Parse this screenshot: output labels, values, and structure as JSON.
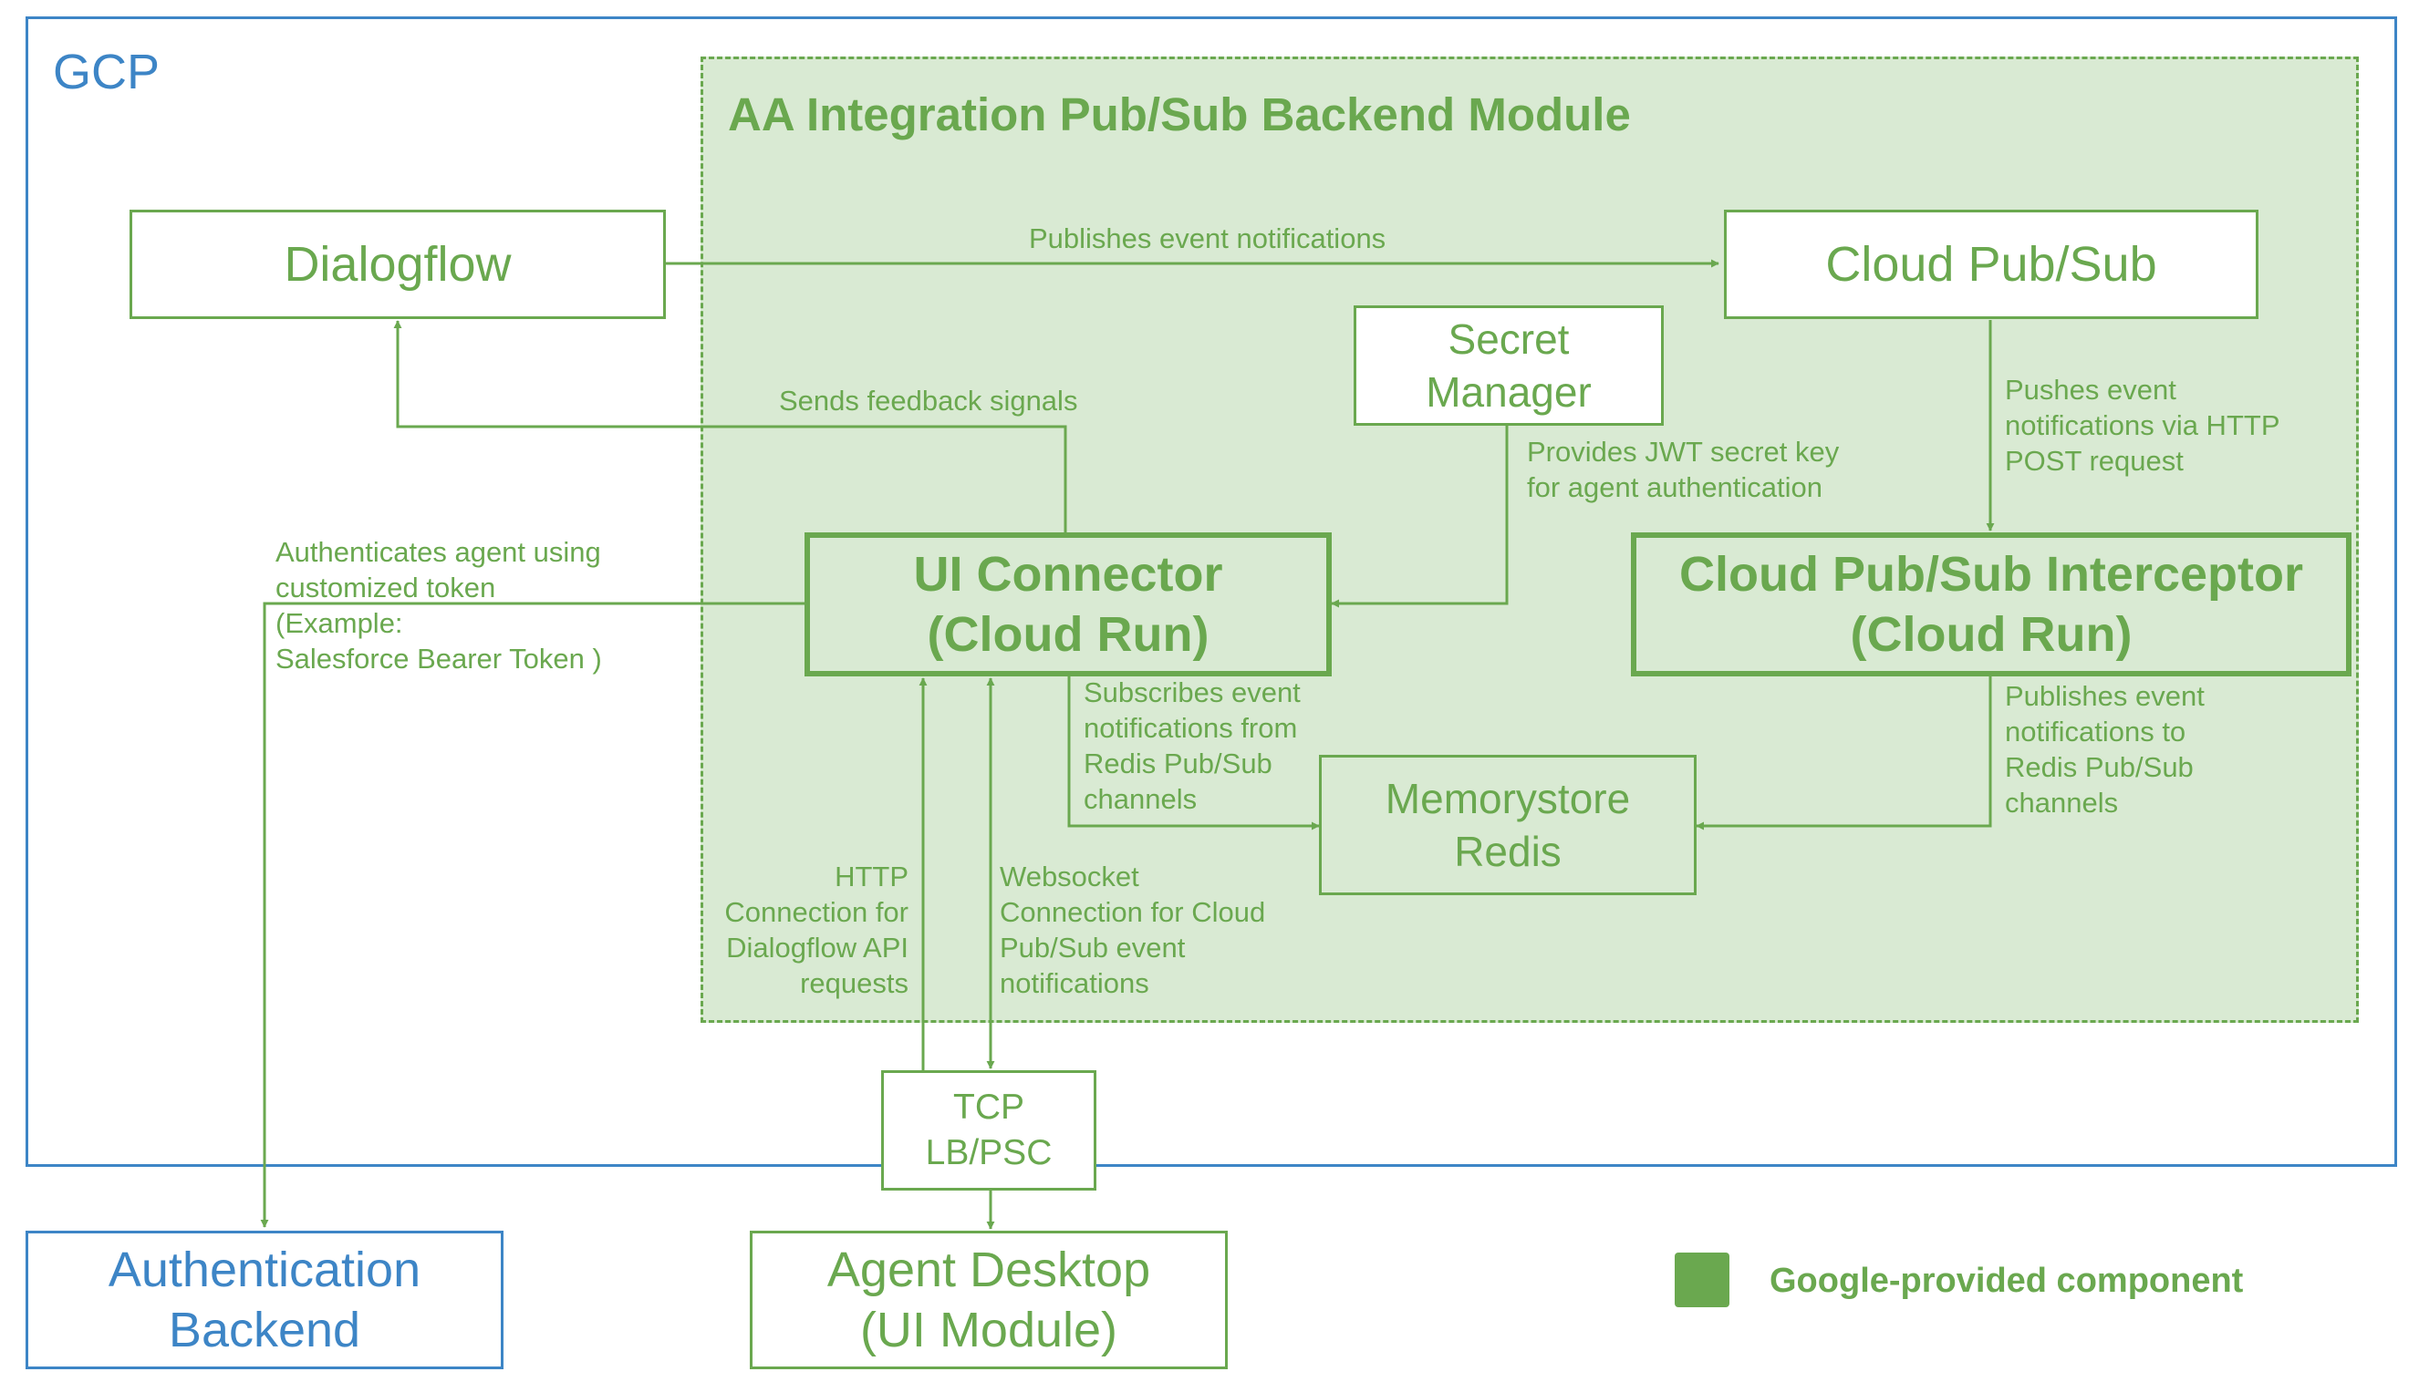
{
  "colors": {
    "gcp_blue": "#3d85c6",
    "google_green": "#6aa84f",
    "module_fill": "#d9ead3"
  },
  "gcp": {
    "label": "GCP"
  },
  "module": {
    "title": "AA Integration Pub/Sub Backend Module"
  },
  "nodes": {
    "dialogflow": {
      "label": "Dialogflow"
    },
    "cloud_pubsub": {
      "label": "Cloud Pub/Sub"
    },
    "secret_manager": {
      "line1": "Secret",
      "line2": "Manager"
    },
    "ui_connector": {
      "line1": "UI Connector",
      "line2": "(Cloud Run)"
    },
    "interceptor": {
      "line1": "Cloud Pub/Sub Interceptor",
      "line2": "(Cloud Run)"
    },
    "memorystore": {
      "line1": "Memorystore",
      "line2": "Redis"
    },
    "tcp_lb": {
      "line1": "TCP",
      "line2": "LB/PSC"
    },
    "auth_backend": {
      "line1": "Authentication",
      "line2": "Backend"
    },
    "agent_desktop": {
      "line1": "Agent Desktop",
      "line2": "(UI Module)"
    }
  },
  "edges": {
    "publishes_event": [
      "Publishes event notifications"
    ],
    "sends_feedback": [
      "Sends feedback signals"
    ],
    "pushes_event": [
      "Pushes event",
      "notifications via HTTP",
      "POST request"
    ],
    "provides_jwt": [
      "Provides JWT secret key",
      "for agent authentication"
    ],
    "authenticates": [
      "Authenticates agent using",
      "customized token",
      "(Example:",
      "Salesforce Bearer Token )"
    ],
    "subscribes": [
      "Subscribes event",
      "notifications from",
      "Redis Pub/Sub",
      "channels"
    ],
    "publishes_redis": [
      "Publishes event",
      "notifications to",
      "Redis Pub/Sub",
      "channels"
    ],
    "http_conn": [
      "HTTP",
      "Connection for",
      "Dialogflow API",
      "requests"
    ],
    "websocket_conn": [
      "Websocket",
      "Connection for Cloud",
      "Pub/Sub event",
      "notifications"
    ]
  },
  "legend": {
    "label": "Google-provided component"
  }
}
